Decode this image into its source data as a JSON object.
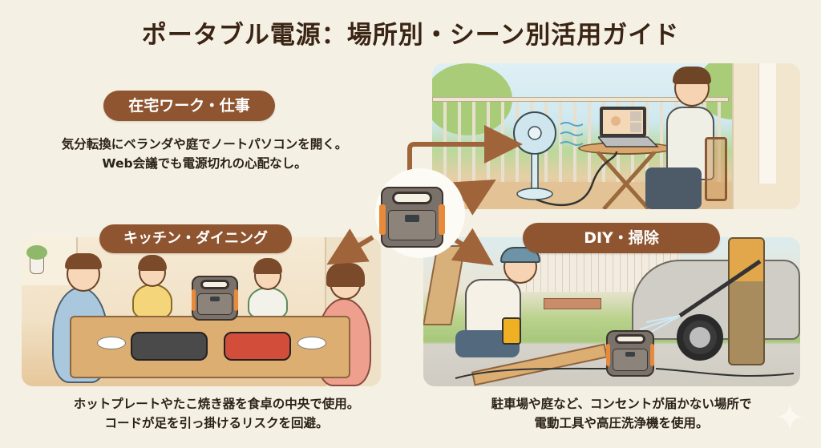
{
  "title": "ポータブル電源：場所別・シーン別活用ガイド",
  "colors": {
    "background": "#f5f0e4",
    "pill": "#8f5530",
    "arrow": "#a0643a",
    "title_text": "#3a2414",
    "device_accent": "#e88a3a"
  },
  "center_device": {
    "icon": "portable-power-station-icon"
  },
  "sections": [
    {
      "id": "work",
      "label": "在宅ワーク・仕事",
      "desc_lines": [
        "気分転換にベランダや庭でノートパソコンを開く。",
        "Web会議でも電源切れの心配なし。"
      ],
      "scene": "balcony-laptop-fan-illustration"
    },
    {
      "id": "kitchen",
      "label": "キッチン・ダイニング",
      "desc_lines": [
        "ホットプレートやたこ焼き器を食卓の中央で使用。",
        "コードが足を引っ掛けるリスクを回避。"
      ],
      "scene": "family-dining-hotplate-illustration"
    },
    {
      "id": "diy",
      "label": "DIY・掃除",
      "desc_lines": [
        "駐車場や庭など、コンセントが届かない場所で",
        "電動工具や高圧洗浄機を使用。"
      ],
      "scene": "driveway-drill-pressure-washer-illustration"
    }
  ]
}
